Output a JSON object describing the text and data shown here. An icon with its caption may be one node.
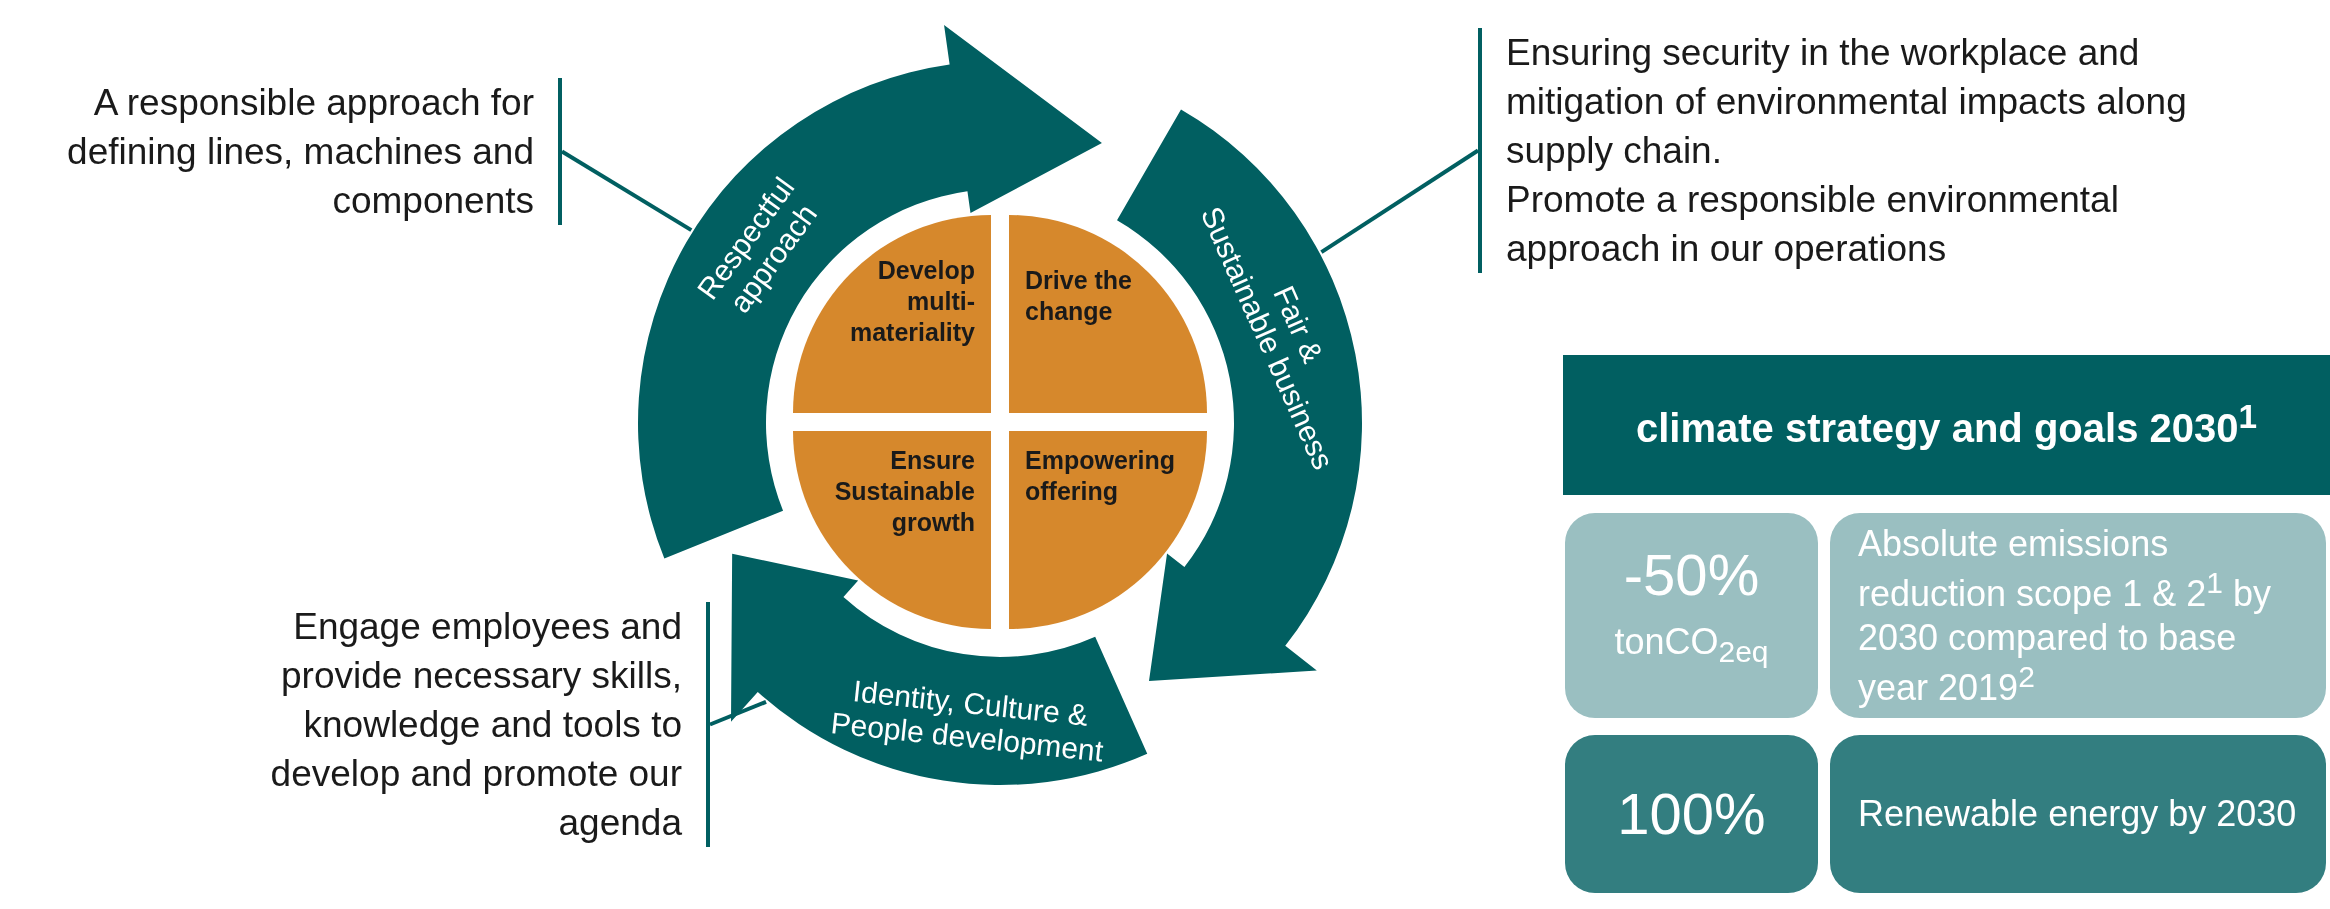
{
  "diagram": {
    "nodes": [
      {
        "text": [
          "Respectful approach"
        ]
      },
      {
        "text": [
          "Fair & Sustainable business"
        ]
      },
      {
        "text": [
          "Identity, Culture & People development"
        ]
      },
      {
        "text": [
          "Develop multi-materiality"
        ]
      },
      {
        "text": [
          "Drive the change"
        ]
      },
      {
        "text": [
          "Ensure Sustainable growth"
        ]
      },
      {
        "text": [
          "Empowering offering"
        ]
      },
      {
        "text": [
          "A responsible approach for defining lines, machines and components"
        ]
      },
      {
        "text": [
          "Ensuring security in the workplace and mitigation of environmental impacts along supply chain.",
          "Promote  a responsible environmental approach in our operations"
        ]
      },
      {
        "text": [
          "Engage employees and provide necessary skills, knowledge and tools to develop and promote our agenda"
        ]
      }
    ],
    "edges": [
      {
        "from": 7,
        "to": 0,
        "arrow": "none"
      },
      {
        "from": 8,
        "to": 1,
        "arrow": "none"
      },
      {
        "from": 9,
        "to": 2,
        "arrow": "none"
      }
    ],
    "labels": [
      "climate strategy and goals 2030$^{1}$",
      "-50%",
      "tonCO$_{2eq}$",
      "Absolute emissions reduction scope 1 & 2$^{1}$ by 2030 compared to base year 2019$^{2}$",
      "100%",
      "Renewable energy by 2030"
    ]
  }
}
